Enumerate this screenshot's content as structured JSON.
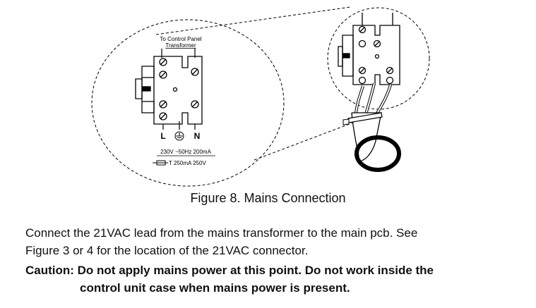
{
  "figure": {
    "caption": "Figure 8. Mains Connection",
    "top_label_line1": "To Control Panel",
    "top_label_line2": "Transformer",
    "terminal_live": "L",
    "terminal_neutral": "N",
    "supply_rating": "230V ~50Hz 200mA",
    "fuse_rating": "T 250mA 250V"
  },
  "body": {
    "paragraph_line1": "Connect the 21VAC lead from the mains transformer to the main pcb. See",
    "paragraph_line2": "Figure 3 or 4 for the location of the 21VAC connector.",
    "caution_line1": "Caution: Do not apply mains power at this point. Do not work inside the",
    "caution_line2": "control unit case when mains power is present."
  }
}
